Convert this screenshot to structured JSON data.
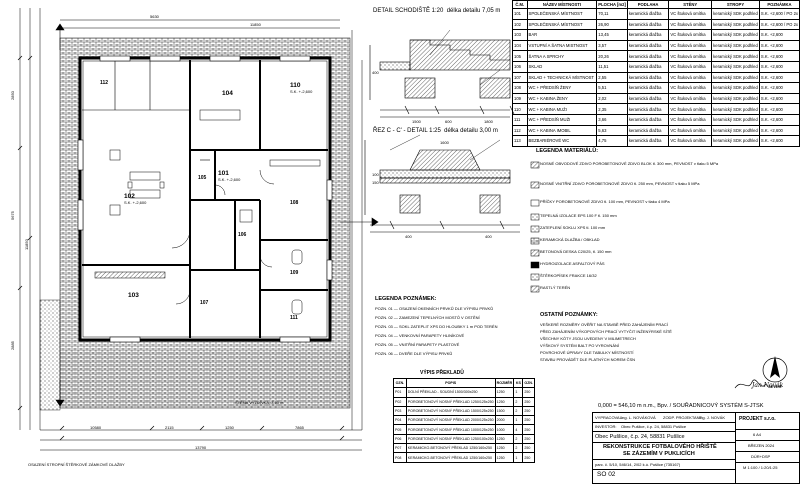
{
  "plan": {
    "rooms": [
      {
        "id": "102",
        "area": "S.K. +-2,600"
      },
      {
        "id": "101",
        "area": "S.K. +-2,600"
      },
      {
        "id": "103",
        "area": ""
      },
      {
        "id": "110",
        "area": "S.K. +-2,600"
      },
      {
        "id": "104",
        "area": ""
      },
      {
        "id": "105",
        "area": ""
      },
      {
        "id": "106",
        "area": ""
      },
      {
        "id": "107",
        "area": ""
      },
      {
        "id": "108",
        "area": ""
      },
      {
        "id": "109",
        "area": ""
      },
      {
        "id": "111",
        "area": ""
      },
      {
        "id": "112",
        "area": ""
      }
    ],
    "dims_bottom": [
      "10580",
      "2115",
      "1250",
      "7865",
      "13790"
    ],
    "dims_left": [
      "2850",
      "5675",
      "2885",
      "11850"
    ],
    "dims_top": [
      "5630",
      "11850"
    ],
    "label_bottom_left": "OSAZENÍ STROPNÍ ŠTĚRKOVÉ ZÁMKOVÉ DLAŽBY",
    "label_bottom": "STĚNA VYZDÍVKA, 3.50 m"
  },
  "detail_a": {
    "title": "DETAIL SCHODIŠTĚ 1:20",
    "subtitle": "délka detailu 7,05 m",
    "dims": [
      "1500",
      "600",
      "1800",
      "400"
    ]
  },
  "detail_c": {
    "title": "ŘEZ C - C' - DETAIL 1:25",
    "subtitle": "délka detailu 3,00 m",
    "dims": [
      "1600",
      "100",
      "150",
      "400",
      "400"
    ]
  },
  "room_table": {
    "headers": [
      "Č.M.",
      "NÁZEV MÍSTNOSTI",
      "PLOCHA [m2]",
      "PODLAHA",
      "STĚNY",
      "STROPY",
      "POZNÁMKA"
    ],
    "rows": [
      [
        "101",
        "SPOLEČENSKÁ MÍSTNOST",
        "70,11",
        "keramická dlažba",
        "VC štuková omítka",
        "keramický SDK podhled",
        "S.K. +2,600 / PO 2x"
      ],
      [
        "102",
        "SPOLEČENSKÁ MÍSTNOST",
        "26,90",
        "keramická dlažba",
        "VC štuková omítka",
        "keramický SDK podhled",
        "S.K. +2,600 / PO 2x"
      ],
      [
        "103",
        "BAR",
        "13,45",
        "keramická dlažba",
        "VC štuková omítka",
        "keramický SDK podhled",
        "S.K. +2,600"
      ],
      [
        "104",
        "VSTUPNÍ A ŠATNA MISTNOST",
        "3,57",
        "keramická dlažba",
        "VC štuková omítka",
        "keramický SDK podhled",
        "S.K. +2,600"
      ],
      [
        "105",
        "ŠATNA A SPRCHY",
        "20,26",
        "keramická dlažba",
        "VC štuková omítka",
        "keramický SDK podhled",
        "S.K. +2,600"
      ],
      [
        "106",
        "SKLAD",
        "11,51",
        "keramická dlažba",
        "VC štuková omítka",
        "keramický SDK podhled",
        "S.K. +2,600"
      ],
      [
        "107",
        "SKLAD + TECHNICKÁ MÍSTNOST",
        "2,55",
        "keramická dlažba",
        "VC štuková omítka",
        "keramický SDK podhled",
        "S.K. +2,600"
      ],
      [
        "108",
        "WC + PŘEDSÍŇ ŽENY",
        "5,51",
        "keramická dlažba",
        "VC štuková omítka",
        "keramický SDK podhled",
        "S.K. +2,600"
      ],
      [
        "109",
        "WC + KABINA ŽENY",
        "2,02",
        "keramická dlažba",
        "VC štuková omítka",
        "keramický SDK podhled",
        "S.K. +2,600"
      ],
      [
        "110",
        "WC + KABINA MUŽI",
        "2,35",
        "keramická dlažba",
        "VC štuková omítka",
        "keramický SDK podhled",
        "S.K. +2,600"
      ],
      [
        "111",
        "WC + PŘEDSÍŇ MUŽI",
        "3,66",
        "keramická dlažba",
        "VC štuková omítka",
        "keramický SDK podhled",
        "S.K. +2,600"
      ],
      [
        "112",
        "WC + KABINA IMOBIL",
        "5,63",
        "keramická dlažba",
        "VC štuková omítka",
        "keramický SDK podhled",
        "S.K. +2,600"
      ],
      [
        "113",
        "BEZBARIÉROVÉ WC",
        "4,75",
        "keramická dlažba",
        "VC štuková omítka",
        "keramický SDK podhled",
        "S.K. +2,600"
      ]
    ]
  },
  "legend_materials": {
    "title": "LEGENDA MATERIÁLŮ:",
    "items": [
      "NOSNÉ OBVODOVÉ ZDIVO POROBETONOVÉ ZDIVO BLOK tl. 300 mm, PEVNOST v tlaku 5 MPa",
      "NOSNÉ VNITŘNÍ ZDIVO POROBETONOVÉ ZDIVO tl. 250 mm, PEVNOST v tlaku 5 MPa",
      "PŘÍČKY POROBETONOVÉ ZDIVO tl. 100 mm, PEVNOST v tlaku 4 MPa",
      "TEPELNÁ IZOLACE EPS 100 F tl. 150 mm",
      "ZATEPLENÍ SOKLU XPS tl. 100 mm",
      "KERAMICKÁ DLAŽBA / OBKLAD",
      "BETONOVÁ DESKA C20/25, tl. 150 mm",
      "HYDROIZOLACE ASFALTOVÝ PÁS",
      "ŠTĚRKOPÍSEK FRAKCE 16/32",
      "RASTLÝ TERÉN"
    ]
  },
  "legend_notes": {
    "title": "LEGENDA POZNÁMEK:",
    "items": [
      "POZN. 01 — OSAZENÍ OKENNÍCH PRVKŮ DLE VÝPISU PRVKŮ",
      "POZN. 02 — ZAMEZENÍ TEPELNÝCH MOSTŮ V OSTĚNÍ",
      "POZN. 03 — SOKL ZATEPLIT XPS DO HLOUBKY 1 m POD TERÉN",
      "POZN. 04 — VENKOVNÍ PARAPETY HLINÍKOVÉ",
      "POZN. 05 — VNITŘNÍ PARAPETY PLASTOVÉ",
      "POZN. 06 — DVEŘE DLE VÝPISU PRVKŮ"
    ]
  },
  "notes_other": {
    "title": "OSTATNÍ POZNÁMKY:",
    "items": [
      "VEŠKERÉ ROZMĚRY OVĚŘIT NA STAVBĚ PŘED ZAHÁJENÍM PRACÍ",
      "PŘED ZAHÁJENÍM VÝKOPOVÝCH PRACÍ VYTYČIT INŽENÝRSKÉ SÍTĚ",
      "VŠECHNY KÓTY JSOU UVEDENY V MILIMETRECH",
      "VÝŠKOVÝ SYSTÉM BALT PO VYROVNÁNÍ",
      "POVRCHOVÉ ÚPRAVY DLE TABULKY MÍSTNOSTÍ",
      "STAVBU PROVÁDĚT DLE PLATNÝCH NOREM ČSN"
    ]
  },
  "window_table": {
    "title": "VÝPIS PŘEKLADŮ",
    "headers": [
      "OZN.",
      "POPIS",
      "ROZMĚR",
      "KS",
      "OZN."
    ],
    "rows": [
      [
        "P01",
        "DOLNÍ PŘEKLAD - SOUDNÍ 1500/300x250",
        "1250",
        "1",
        "250"
      ],
      [
        "P02",
        "POROBETONOVÝ NOSNÝ PŘEKLAD 1250/125x250",
        "1250",
        "2",
        "250"
      ],
      [
        "P03",
        "POROBETONOVÝ NOSNÝ PŘEKLAD 1500/125x250",
        "1500",
        "2",
        "250"
      ],
      [
        "P04",
        "POROBETONOVÝ NOSNÝ PŘEKLAD 2000/125x250",
        "2000",
        "1",
        "250"
      ],
      [
        "P05",
        "POROBETONOVÝ NOSNÝ PŘEKLAD 1000/125x250",
        "1000",
        "4",
        "250"
      ],
      [
        "P06",
        "POROBETONOVÝ NOSNÝ PŘEKLAD 1250/100x250",
        "1250",
        "2",
        "250"
      ],
      [
        "P07",
        "KERAMICKO-BETONOVÝ PŘEKLAD 1250/160x250",
        "1250",
        "2",
        "250"
      ],
      [
        "P08",
        "KERAMICKO-BETONOVÝ PŘEKLAD 1250/160x250",
        "1250",
        "1",
        "250"
      ]
    ]
  },
  "title_block": {
    "datum": "0,000 = 546,10 m n.m., Bpv. / SOUŘADNICOVÝ SYSTÉM S-JTSK",
    "row1": [
      "VYPRACOVAL:",
      "Ing. L. NOVÁKOVÁ",
      "ZODP. PROJEKTANT:",
      "Ing. J. NOVÁK"
    ],
    "row2": [
      "INVESTOR:",
      "Obec Pušlice, č.p. 24, 58831 Pušlice"
    ],
    "row3_a": "Obec Pušlice, č.p. 24, 58831 Pušlice",
    "project_name_1": "REKONSTRUKCE FOTBALOVÉHO HŘIŠTĚ",
    "project_name_2": "SE ZÁZEMÍM V PUKLICÍCH",
    "place": "parc. č. 5/10, 546/14, 2/02 k.ú. Pušlice (735167)",
    "so": "SO 02",
    "company": "PROJEKT s.r.o.",
    "format": "6 A4",
    "date": "BŘEZEN 2024",
    "stage": "DÚR+DSP",
    "scale": "M 1:100 / 1:20/1:25",
    "signature": "Jan Novák"
  },
  "north": "SEVER"
}
